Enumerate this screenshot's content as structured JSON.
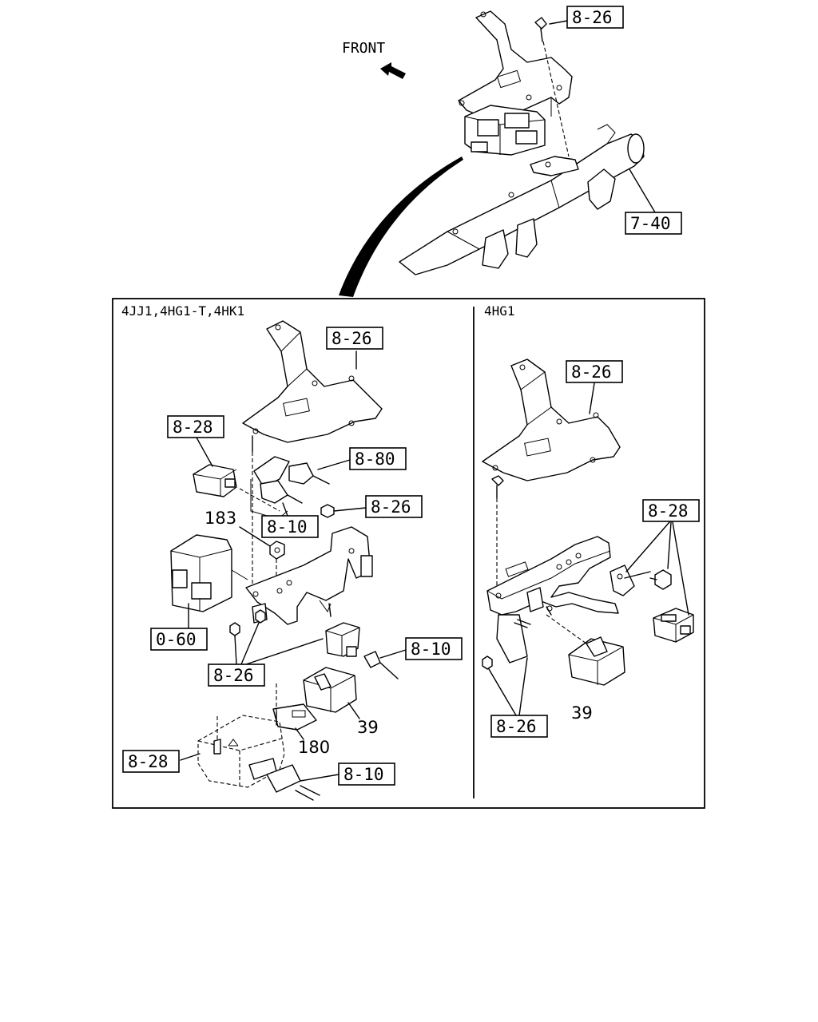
{
  "front_label": "FRONT",
  "top": {
    "callout_a": "8-26",
    "callout_b": "7-40"
  },
  "left_panel": {
    "header": "4JJ1,4HG1-T,4HK1",
    "callouts": {
      "bracket": "8-26",
      "relay_left": "8-28",
      "connector_top": "8-80",
      "connector_mid": "8-10",
      "nut_right": "8-26",
      "module": "0-60",
      "connector_right": "8-10",
      "nuts_bottom": "8-26",
      "ecu": "8-28",
      "connector_bottom": "8-10"
    },
    "numbers": {
      "nut": "183",
      "relay": "39",
      "plate": "180"
    }
  },
  "right_panel": {
    "header": "4HG1",
    "callouts": {
      "bracket": "8-26",
      "bolts": "8-28",
      "nuts": "8-26"
    },
    "numbers": {
      "relay": "39"
    }
  }
}
